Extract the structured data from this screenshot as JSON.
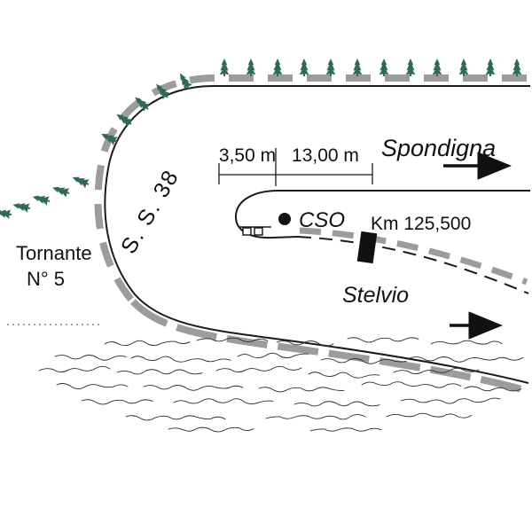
{
  "diagram": {
    "labels": {
      "tornante_line1": "Tornante",
      "tornante_line2": "N° 5",
      "road_name": "S. S. 38",
      "dim_left": "3,50 m",
      "dim_right": "13,00 m",
      "dest_top": "Spondigna",
      "dest_bottom": "Stelvio",
      "point_label": "CSO",
      "km_marker": "Km 125,500"
    },
    "icons": {
      "tree": "conifer-tree",
      "direction_arrow": "right-arrow",
      "km_post": "black-rectangle-marker",
      "point": "filled-dot"
    },
    "colors": {
      "guardrail": "#9c9c9c",
      "tree": "#2f6a57",
      "line": "#1a1a1a",
      "background": "#ffffff"
    }
  }
}
